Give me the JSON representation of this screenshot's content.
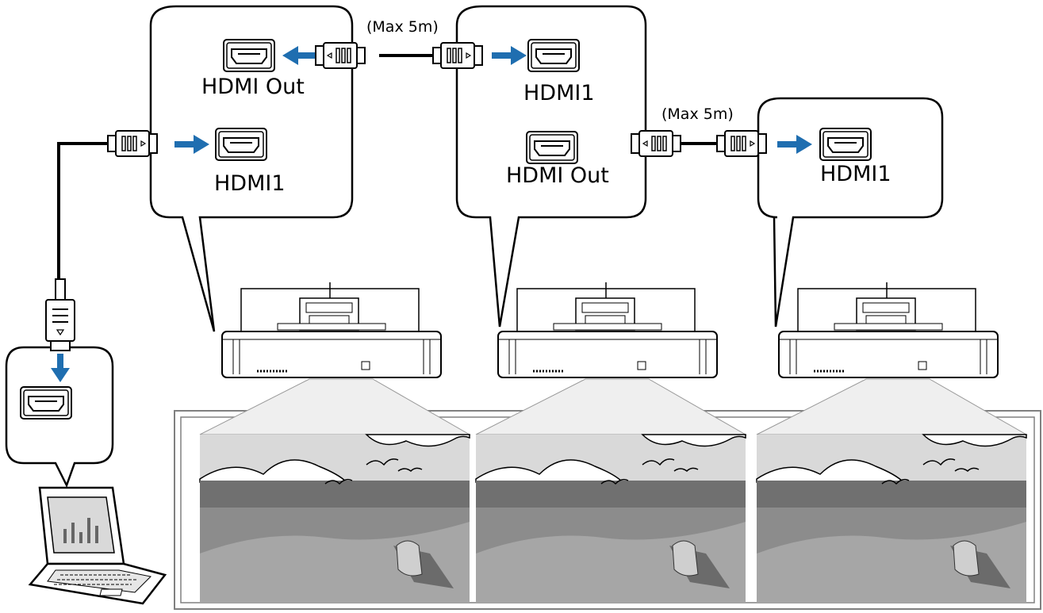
{
  "ports": {
    "p1_out": "HDMI Out",
    "p1_in": "HDMI1",
    "p2_in": "HDMI1",
    "p2_out": "HDMI Out",
    "p3_in": "HDMI1"
  },
  "cables": {
    "max_length_1": "(Max 5m)",
    "max_length_2": "(Max 5m)"
  },
  "colors": {
    "arrow": "#1f6eb0",
    "line": "#000000",
    "sky": "#d9d9d9",
    "sea": "#707070",
    "sand": "#a6a6a6"
  },
  "icons": [
    "laptop-icon",
    "hdmi-port-icon",
    "hdmi-plug-icon",
    "projector-icon",
    "arrow-icon"
  ]
}
